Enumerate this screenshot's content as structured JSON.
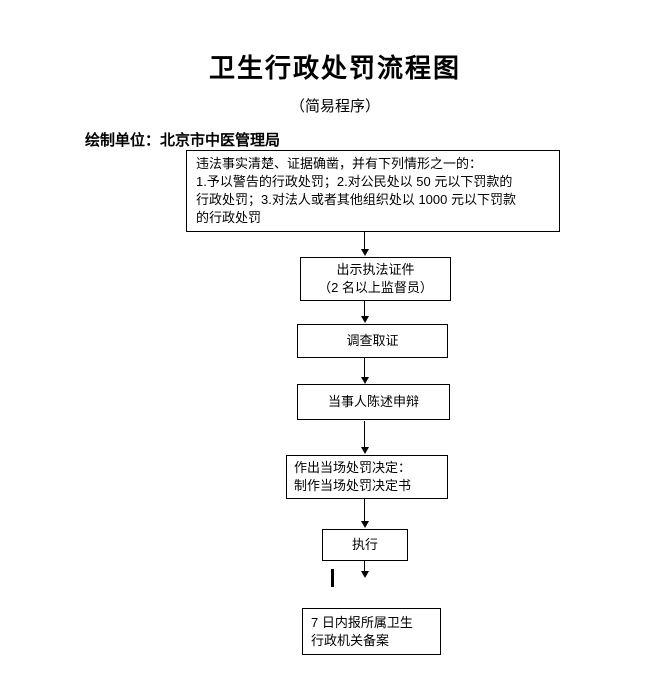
{
  "page": {
    "title": "卫生行政处罚流程图",
    "subtitle": "（简易程序）",
    "credit": "绘制单位：北京市中医管理局"
  },
  "flowchart": {
    "nodes": {
      "conditions": "违法事实清楚、证据确凿，并有下列情形之一的：\n1.予以警告的行政处罚；2.对公民处以 50 元以下罚款的\n行政处罚；3.对法人或者其他组织处以 1000 元以下罚款\n的行政处罚",
      "show_credentials": "出示执法证件\n（2 名以上监督员）",
      "investigate": "调查取证",
      "statement_defense": "当事人陈述申辩",
      "decision": "作出当场处罚决定：\n制作当场处罚决定书",
      "execute": "执行",
      "filing": "7 日内报所属卫生\n行政机关备案"
    }
  }
}
